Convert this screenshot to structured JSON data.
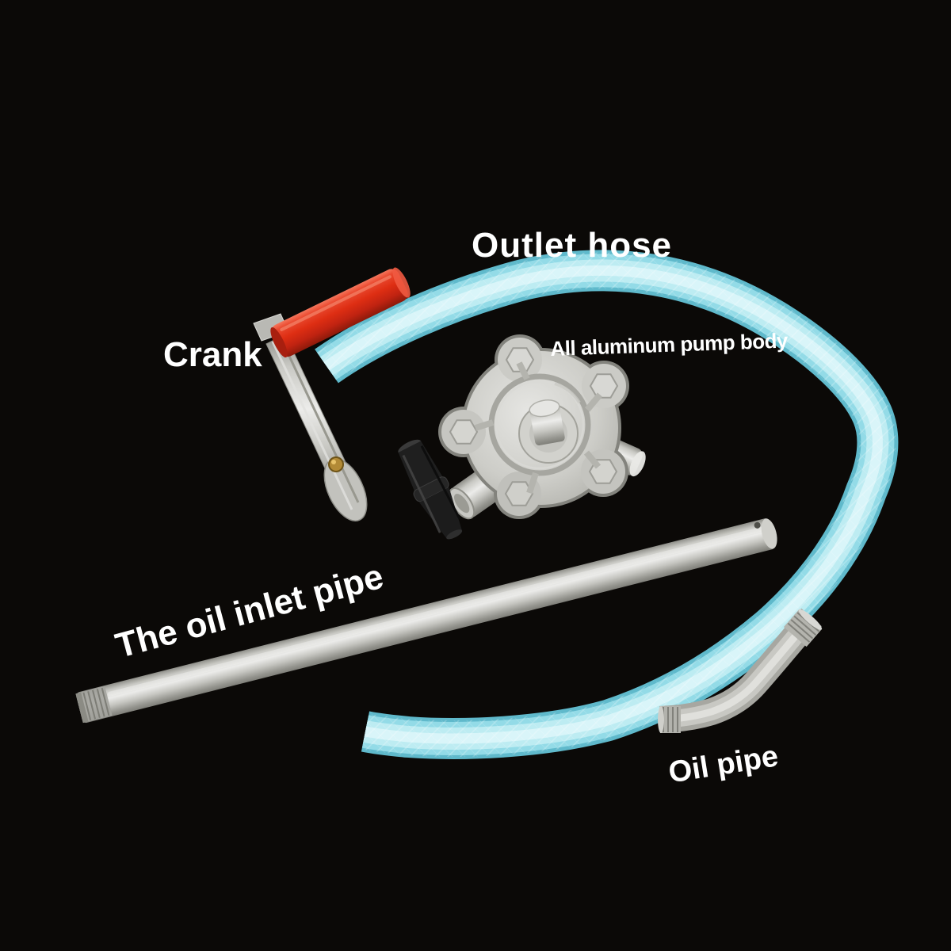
{
  "labels": {
    "outlet_hose": "Outlet hose",
    "crank": "Crank",
    "pump_body": "All aluminum pump body",
    "inlet_pipe": "The oil inlet pipe",
    "oil_pipe": "Oil pipe"
  },
  "colors": {
    "background": "#0b0907",
    "label_text": "#ffffff",
    "hose_blue": "#93dbe7",
    "hose_highlight": "#d9f5f8",
    "handle_red": "#de2e13",
    "aluminum": "#c9c9c4",
    "rubber_black": "#1f1f1f",
    "brass_screw": "#b28a36"
  }
}
